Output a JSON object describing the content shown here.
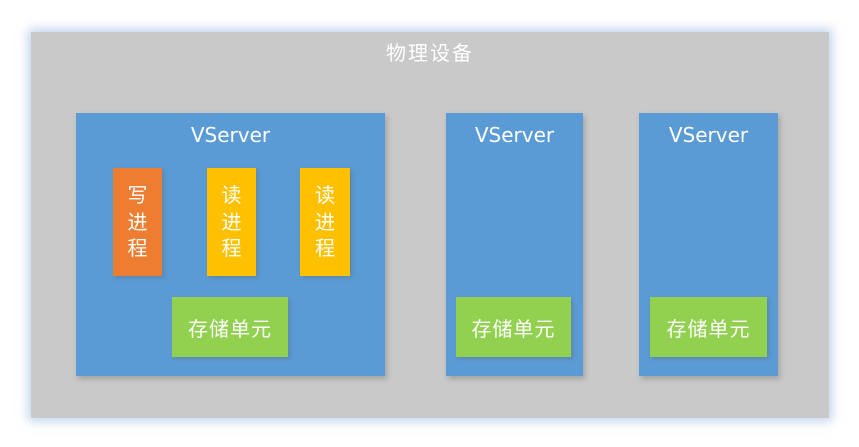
{
  "diagram": {
    "title": "物理设备",
    "vservers": [
      {
        "label": "VServer",
        "processes": [
          {
            "label": "写进程",
            "type": "write-process"
          },
          {
            "label": "读进程",
            "type": "read-process"
          },
          {
            "label": "读进程",
            "type": "read-process"
          }
        ],
        "storage": "存储单元"
      },
      {
        "label": "VServer",
        "storage": "存储单元"
      },
      {
        "label": "VServer",
        "storage": "存储单元"
      }
    ],
    "colors": {
      "page_background": "#ffffff",
      "device_background": "#c9c9c9",
      "vserver_blue": "#5b9bd5",
      "write_process_orange": "#ed7d31",
      "read_process_yellow": "#ffc000",
      "storage_green": "#92d050",
      "text": "#ffffff"
    }
  }
}
